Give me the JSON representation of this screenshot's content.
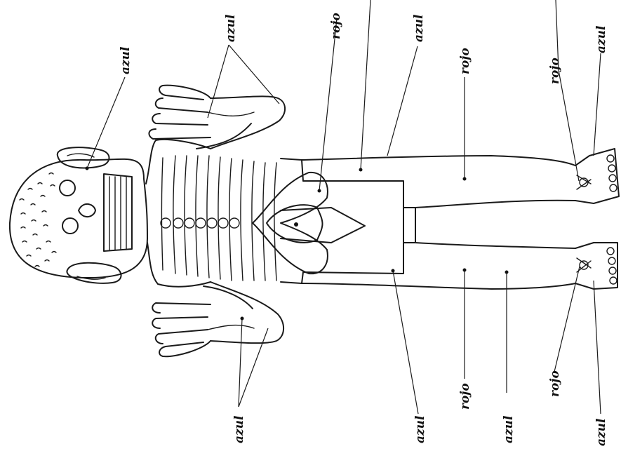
{
  "colors": {
    "ink": "#1a1a1a",
    "background": "#ffffff"
  },
  "labels": {
    "face": "azul",
    "right_arm": "azul",
    "top_chest": "rojo",
    "top_loincloth": "azul",
    "top_leg_upper": "rojo",
    "top_ankle": "rojo",
    "top_sandal": "azul",
    "lower_arm": "azul",
    "lower_loincloth": "azul",
    "lower_leg_upper": "rojo",
    "lower_leg_side": "azul",
    "lower_ankle": "rojo",
    "lower_sandal": "azul"
  }
}
